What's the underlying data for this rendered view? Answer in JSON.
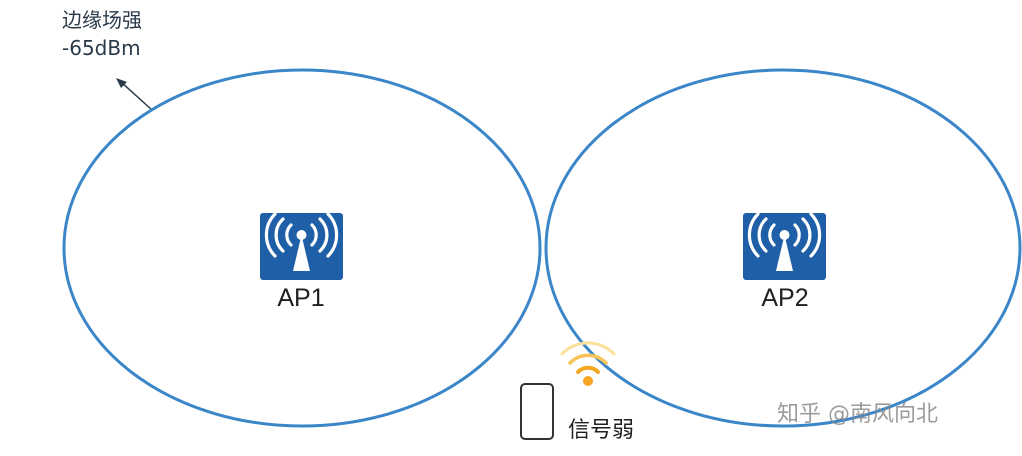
{
  "annotation": {
    "line1": "边缘场强",
    "line2": "-65dBm"
  },
  "access_points": [
    {
      "label": "AP1"
    },
    {
      "label": "AP2"
    }
  ],
  "client": {
    "status_label": "信号弱",
    "wifi_color": "#f5a623"
  },
  "colors": {
    "coverage_ring": "#3a86c8",
    "ap_icon_bg": "#1f5fa8"
  },
  "watermark": "知乎 @南风向北"
}
